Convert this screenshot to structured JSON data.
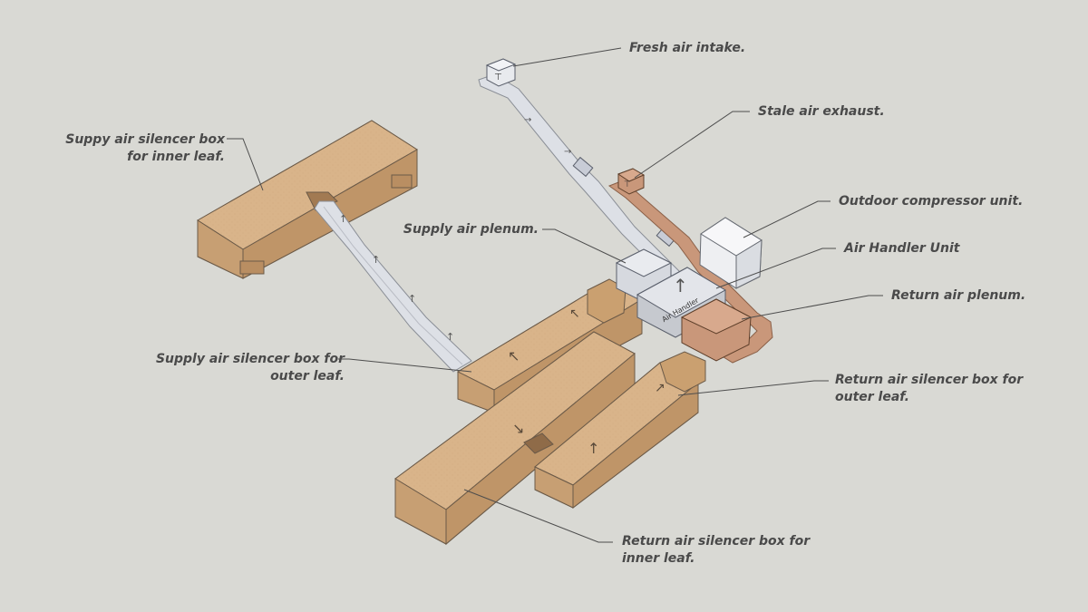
{
  "diagram": {
    "type": "hvac-ducting-layout-3d",
    "colors": {
      "background": "#d9d9d4",
      "box_top": "#d9b48a",
      "box_side": "#b98e62",
      "box_front": "#c79f73",
      "duct": "#dde0e6",
      "duct_edge": "#8a8e96",
      "copper": "#c9977a",
      "label": "#4a4a4a",
      "leader": "#4d4d4d"
    },
    "unit_text": "Air Handler",
    "labels": {
      "fresh_air_intake": "Fresh air intake.",
      "stale_air_exhaust": "Stale air exhaust.",
      "outdoor_compressor": "Outdoor compressor unit.",
      "air_handler_unit": "Air Handler Unit",
      "return_air_plenum": "Return air plenum.",
      "supply_air_plenum": "Supply air plenum.",
      "supply_inner_line1": "Suppy air silencer box",
      "supply_inner_line2": "for inner leaf.",
      "supply_outer_line1": "Supply air silencer box for",
      "supply_outer_line2": "outer leaf.",
      "return_outer_line1": "Return air silencer box for",
      "return_outer_line2": "outer leaf.",
      "return_inner_line1": "Return air silencer box for",
      "return_inner_line2": "inner leaf."
    }
  }
}
